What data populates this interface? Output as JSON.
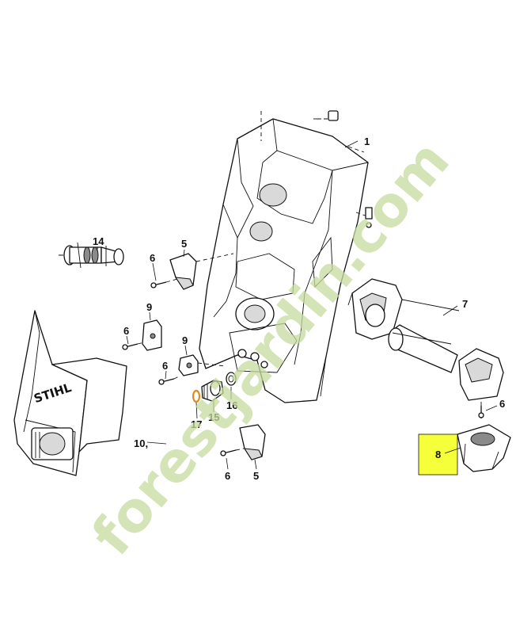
{
  "callouts": {
    "p1": "1",
    "p5a": "5",
    "p5b": "5",
    "p6a": "6",
    "p6b": "6",
    "p6c": "6",
    "p6d": "6",
    "p6e": "6",
    "p7": "7",
    "p8": "8",
    "p9a": "9",
    "p9b": "9",
    "p10": "10,",
    "p14": "14",
    "p15": "15",
    "p16": "16",
    "p17": "17"
  },
  "brand_logo": "STIHL",
  "watermark": "forestjardin.com",
  "colors": {
    "highlight": "#f5ff3a",
    "watermark": "#c7dc9e",
    "ring": "#e08a1e",
    "line": "#111111"
  }
}
